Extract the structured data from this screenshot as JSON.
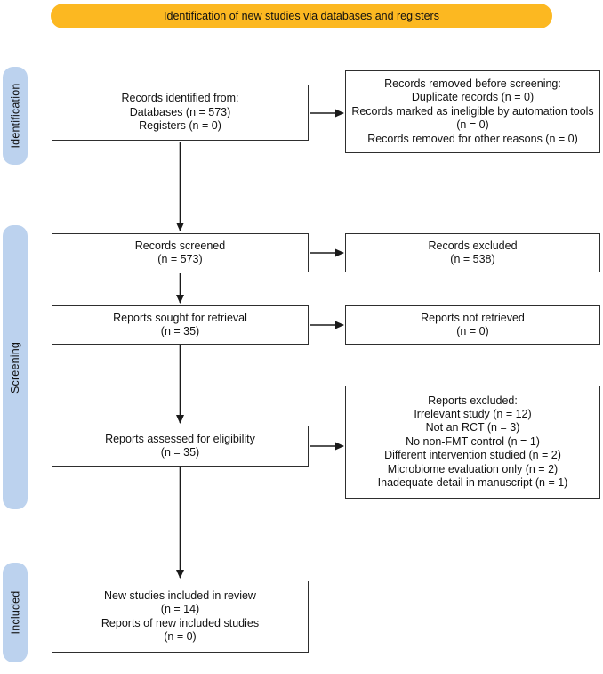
{
  "banner": {
    "label": "Identification of new studies via databases and registers"
  },
  "stages": {
    "identification": "Identification",
    "screening": "Screening",
    "included": "Included"
  },
  "colors": {
    "banner_bg": "#FCB821",
    "stage_bg": "#BCD2EE",
    "box_border": "#2e2e2e",
    "arrow": "#1a1a1a",
    "text": "#111111"
  },
  "boxes": {
    "records_identified": {
      "lines": [
        "Records identified from:",
        "Databases (n = 573)",
        "Registers (n = 0)"
      ]
    },
    "records_removed": {
      "lines": [
        "Records removed before screening:",
        "Duplicate records (n = 0)",
        "Records marked as ineligible by automation tools (n = 0)",
        "Records removed for other reasons (n = 0)"
      ]
    },
    "records_screened": {
      "lines": [
        "Records screened",
        "(n = 573)"
      ]
    },
    "records_excluded": {
      "lines": [
        "Records excluded",
        "(n = 538)"
      ]
    },
    "reports_sought": {
      "lines": [
        "Reports sought for retrieval",
        "(n = 35)"
      ]
    },
    "reports_not_retrieved": {
      "lines": [
        "Reports not retrieved",
        "(n = 0)"
      ]
    },
    "reports_assessed": {
      "lines": [
        "Reports assessed for eligibility",
        "(n = 35)"
      ]
    },
    "reports_excluded": {
      "lines": [
        "Reports excluded:",
        "Irrelevant study (n = 12)",
        "Not an RCT (n = 3)",
        "No non-FMT control (n = 1)",
        "Different intervention studied (n = 2)",
        "Microbiome evaluation only (n = 2)",
        "Inadequate detail in manuscript (n = 1)"
      ]
    },
    "new_studies": {
      "lines": [
        "New studies included in review",
        "(n = 14)",
        "Reports of new included studies",
        "(n = 0)"
      ]
    }
  }
}
